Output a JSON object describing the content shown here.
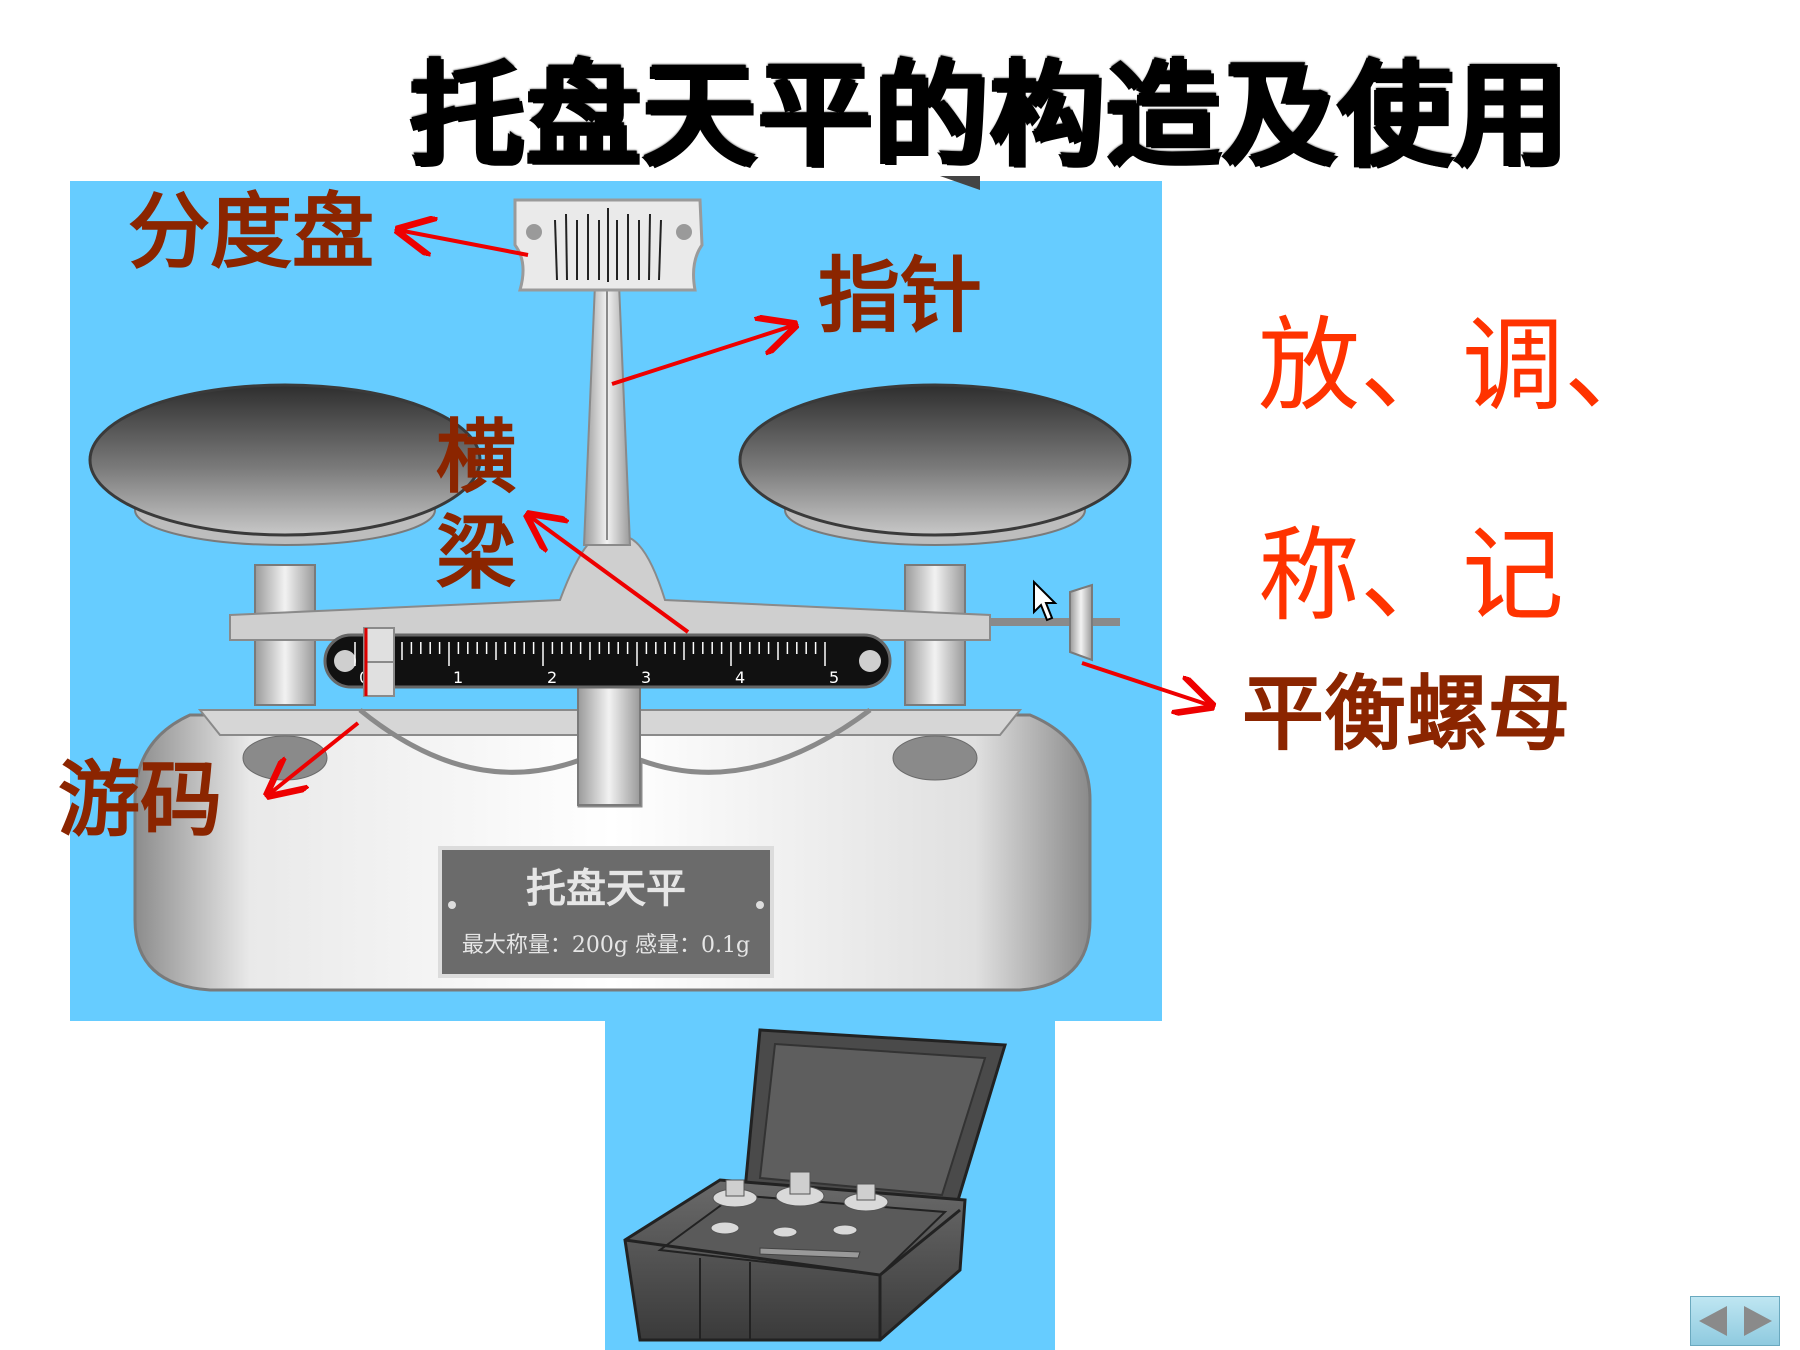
{
  "slide": {
    "title": "托盘天平的构造及使用",
    "labels": {
      "dial": "分度盘",
      "needle": "指针",
      "beam_top": "横",
      "beam_bottom": "梁",
      "rider": "游码",
      "balance_nut": "平衡螺母"
    },
    "steps": {
      "line1": "放、调、",
      "line2": "称、记"
    },
    "scale": {
      "nameplate_title": "托盘天平",
      "nameplate_spec": "最大称量：200g  感量：0.1g",
      "ticks": [
        "0",
        "1",
        "2",
        "3",
        "4",
        "5"
      ]
    },
    "colors": {
      "label": "#8b2500",
      "steps": "#ff3300",
      "arrow": "#ee0000",
      "panel_bg": "#66ccff"
    },
    "icons": {
      "prev": "triangle-left-icon",
      "next": "triangle-right-icon"
    }
  }
}
